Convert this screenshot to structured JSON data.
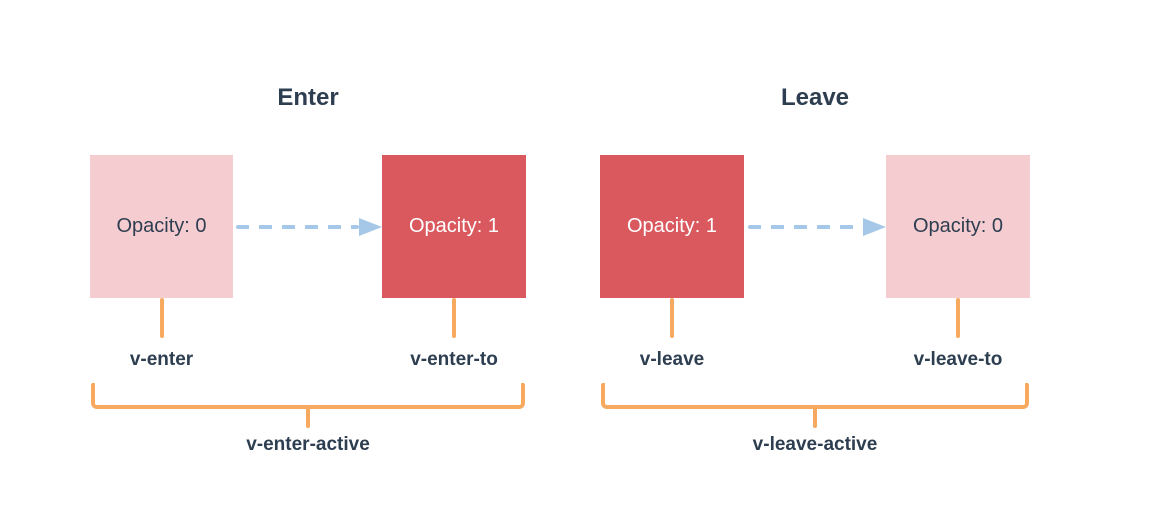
{
  "colors": {
    "background": "#ffffff",
    "box_red": "#d9595f",
    "box_pink": "#f5ccd0",
    "connector_orange": "#f7a95f",
    "arrow_blue": "#a6c8e8",
    "text_dark": "#2d3e50",
    "text_on_red": "#ffffff"
  },
  "sections": [
    {
      "id": "enter",
      "title": "Enter",
      "from_box": {
        "label": "Opacity: 0",
        "variant": "pink"
      },
      "to_box": {
        "label": "Opacity: 1",
        "variant": "red"
      },
      "from_class": "v-enter",
      "to_class": "v-enter-to",
      "active_class": "v-enter-active"
    },
    {
      "id": "leave",
      "title": "Leave",
      "from_box": {
        "label": "Opacity: 1",
        "variant": "red"
      },
      "to_box": {
        "label": "Opacity: 0",
        "variant": "pink"
      },
      "from_class": "v-leave",
      "to_class": "v-leave-to",
      "active_class": "v-leave-active"
    }
  ]
}
